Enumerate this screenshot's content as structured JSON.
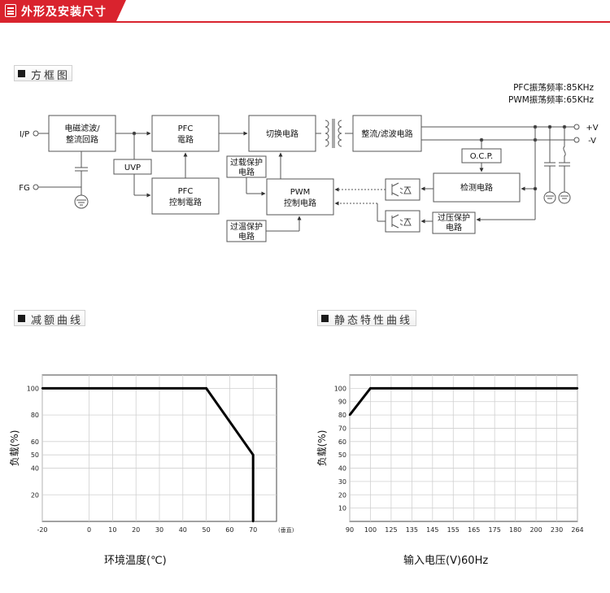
{
  "header": {
    "title": "外形及安装尺寸",
    "icon": "document-icon"
  },
  "block_section": {
    "title": "方框图",
    "pfc_freq": "PFC振荡频率:85KHz",
    "pwm_freq": "PWM振荡频率:65KHz",
    "inputs": {
      "ip": "I/P",
      "fg": "FG"
    },
    "outputs": {
      "plus": "+V",
      "minus": "-V"
    },
    "blocks": {
      "emi_1": "电磁滤波/",
      "emi_2": "整流回路",
      "uvp": "UVP",
      "pfc_1": "PFC",
      "pfc_2": "電路",
      "pfc_ctrl_1": "PFC",
      "pfc_ctrl_2": "控制電路",
      "switch": "切换电路",
      "rect": "整流/滤波电路",
      "ocp": "O.C.P.",
      "detect": "检测电路",
      "pwm_1": "PWM",
      "pwm_2": "控制电路",
      "olp_1": "过载保护",
      "olp_2": "电路",
      "otp_1": "过温保护",
      "otp_2": "电路",
      "ovp_1": "过压保护",
      "ovp_2": "电路"
    }
  },
  "derating_section": {
    "title": "减额曲线"
  },
  "static_section": {
    "title": "静态特性曲线"
  },
  "chart_data": [
    {
      "type": "line",
      "x": [
        -20,
        50,
        70,
        70
      ],
      "values": [
        100,
        100,
        50,
        0
      ],
      "xticks": [
        "-20",
        "0",
        "10",
        "20",
        "30",
        "40",
        "50",
        "60",
        "70"
      ],
      "yticks": [
        "100",
        "80",
        "60",
        "50",
        "40",
        "20"
      ],
      "xlabel": "环境温度(℃)",
      "ylabel": "负载(%)",
      "x_note": "(垂直)",
      "xlim": [
        -20,
        80
      ],
      "ylim": [
        0,
        110
      ],
      "grid": true
    },
    {
      "type": "line",
      "x": [
        90,
        100,
        264
      ],
      "values": [
        80,
        100,
        100
      ],
      "xticks": [
        "90",
        "100",
        "125",
        "135",
        "145",
        "155",
        "165",
        "175",
        "180",
        "200",
        "230",
        "264"
      ],
      "yticks": [
        "100",
        "90",
        "80",
        "70",
        "60",
        "50",
        "40",
        "30",
        "20",
        "10"
      ],
      "xlabel": "输入电压(V)60Hz",
      "ylabel": "负载(%)",
      "ylim": [
        0,
        110
      ],
      "grid": true
    }
  ]
}
